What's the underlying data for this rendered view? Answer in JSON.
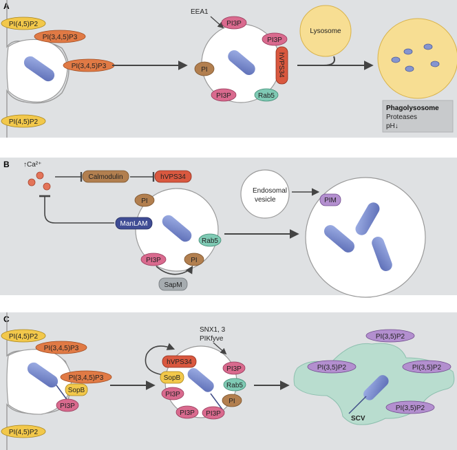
{
  "panels": [
    {
      "letter": "A",
      "labels": {
        "pip2_top": "PI(4,5)P2",
        "pip3_top": "PI(3,4,5)P3",
        "pip3_mid": "PI(3,4,5)P3",
        "pip2_bottom": "PI(4,5)P2",
        "eea1": "EEA1",
        "pi3p_top": "PI3P",
        "pi3p_right": "PI3P",
        "hvps34": "hVPS34",
        "pi": "PI",
        "pi3p_bottom": "PI3P",
        "rab5": "Rab5",
        "lysosome": "Lysosome",
        "phago_title": "Phagolysosome",
        "phago_line1": "Proteases",
        "phago_line2": "pH↓"
      }
    },
    {
      "letter": "B",
      "labels": {
        "ca": "↑Ca²⁺",
        "calmodulin": "Calmodulin",
        "hvps34": "hVPS34",
        "pi_top": "PI",
        "manlam": "ManLAM",
        "rab5": "Rab5",
        "pi3p": "PI3P",
        "pi_bottom": "PI",
        "sapm": "SapM",
        "endosomal_1": "Endosomal",
        "endosomal_2": "vesicle",
        "pim": "PIM"
      }
    },
    {
      "letter": "C",
      "labels": {
        "pip2_top": "PI(4,5)P2",
        "pip3_top": "PI(3,4,5)P3",
        "pip3_mid": "PI(3,4,5)P3",
        "sopb": "SopB",
        "pi3p": "PI3P",
        "pip2_bottom": "PI(4,5)P2",
        "snx_1": "SNX1, 3",
        "snx_2": "PIKfyve",
        "hvps34": "hVPS34",
        "sopb_2": "SopB",
        "pi3p_a": "PI3P",
        "pi3p_b": "PI3P",
        "pi3p_c": "PI3P",
        "pi3p_d": "PI3P",
        "rab5": "Rab5",
        "pi": "PI",
        "pi35_a": "PI(3,5)P2",
        "pi35_b": "PI(3,5)P2",
        "pi35_c": "PI(3,5)P2",
        "pi35_d": "PI(3,5)P2",
        "scv": "SCV"
      }
    }
  ],
  "colors": {
    "panel_bg": "#dfe1e3",
    "pip2": "#f2c84b",
    "pip3": "#e07a45",
    "pi3p": "#d96a8e",
    "hvps34": "#d9583f",
    "pi": "#b27f4f",
    "rab5": "#7fcab4",
    "calmodulin": "#b27f4f",
    "manlam": "#3f4c94",
    "sapm": "#a6acb0",
    "pim": "#b38fcf",
    "pi35": "#b38fcf",
    "sopb": "#f2c84b",
    "lysosome": "#f7de93",
    "scv": "#b9ddcf",
    "bacterium": "#6f81c6",
    "ca": "#e37459"
  }
}
